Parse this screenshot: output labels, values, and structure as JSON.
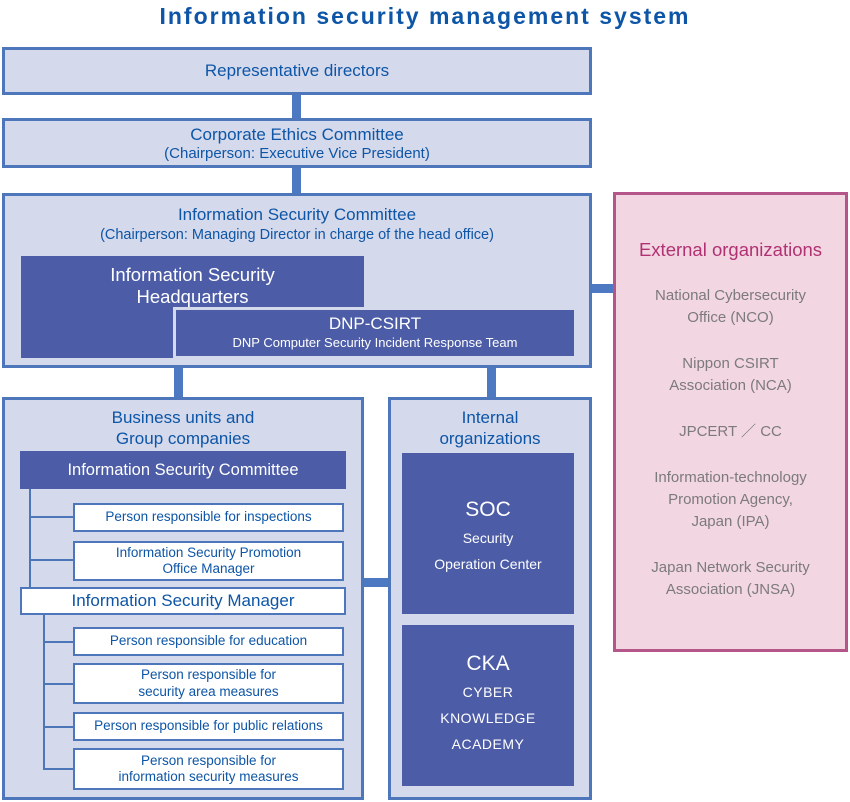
{
  "page_title": "Information security management system",
  "colors": {
    "title_blue": "#0d55a6",
    "box_fill_light": "#d5d9ec",
    "box_border_blue": "#4e76ba",
    "box_fill_dark": "#4c5ca6",
    "connector_blue": "#4d79c2",
    "external_fill": "#f2d6e2",
    "external_border": "#b4568a",
    "external_title_color": "#b13273",
    "external_text_gray": "#7c7a7b"
  },
  "nodes": {
    "representative": "Representative directors",
    "ethics": {
      "name": "Corporate Ethics Committee",
      "chair": "(Chairperson: Executive Vice President)"
    },
    "committee": {
      "name": "Information Security Committee",
      "chair": "(Chairperson: Managing Director in charge of the head office)"
    },
    "headquarters": "Information Security\nHeadquarters",
    "csirt": {
      "abbr": "DNP-CSIRT",
      "full": "DNP Computer Security Incident Response Team"
    },
    "business": {
      "title": "Business units and\nGroup companies",
      "committee_bar": "Information Security Committee",
      "committee_children": [
        "Person responsible for inspections",
        "Information Security Promotion\nOffice Manager"
      ],
      "manager": "Information Security Manager",
      "manager_children": [
        "Person responsible for education",
        "Person responsible for\nsecurity area measures",
        "Person responsible for public relations",
        "Person responsible for\ninformation security measures"
      ]
    },
    "internal": {
      "title": "Internal\norganizations",
      "soc": {
        "abbr": "SOC",
        "full": "Security\nOperation Center"
      },
      "cka": {
        "abbr": "CKA",
        "full": "CYBER\nKNOWLEDGE\nACADEMY"
      }
    },
    "external": {
      "title": "External organizations",
      "items": [
        "National Cybersecurity\nOffice (NCO)",
        "Nippon CSIRT\nAssociation (NCA)",
        "JPCERT ／ CC",
        "Information-technology\nPromotion Agency,\nJapan (IPA)",
        "Japan Network Security\nAssociation (JNSA)"
      ]
    }
  }
}
